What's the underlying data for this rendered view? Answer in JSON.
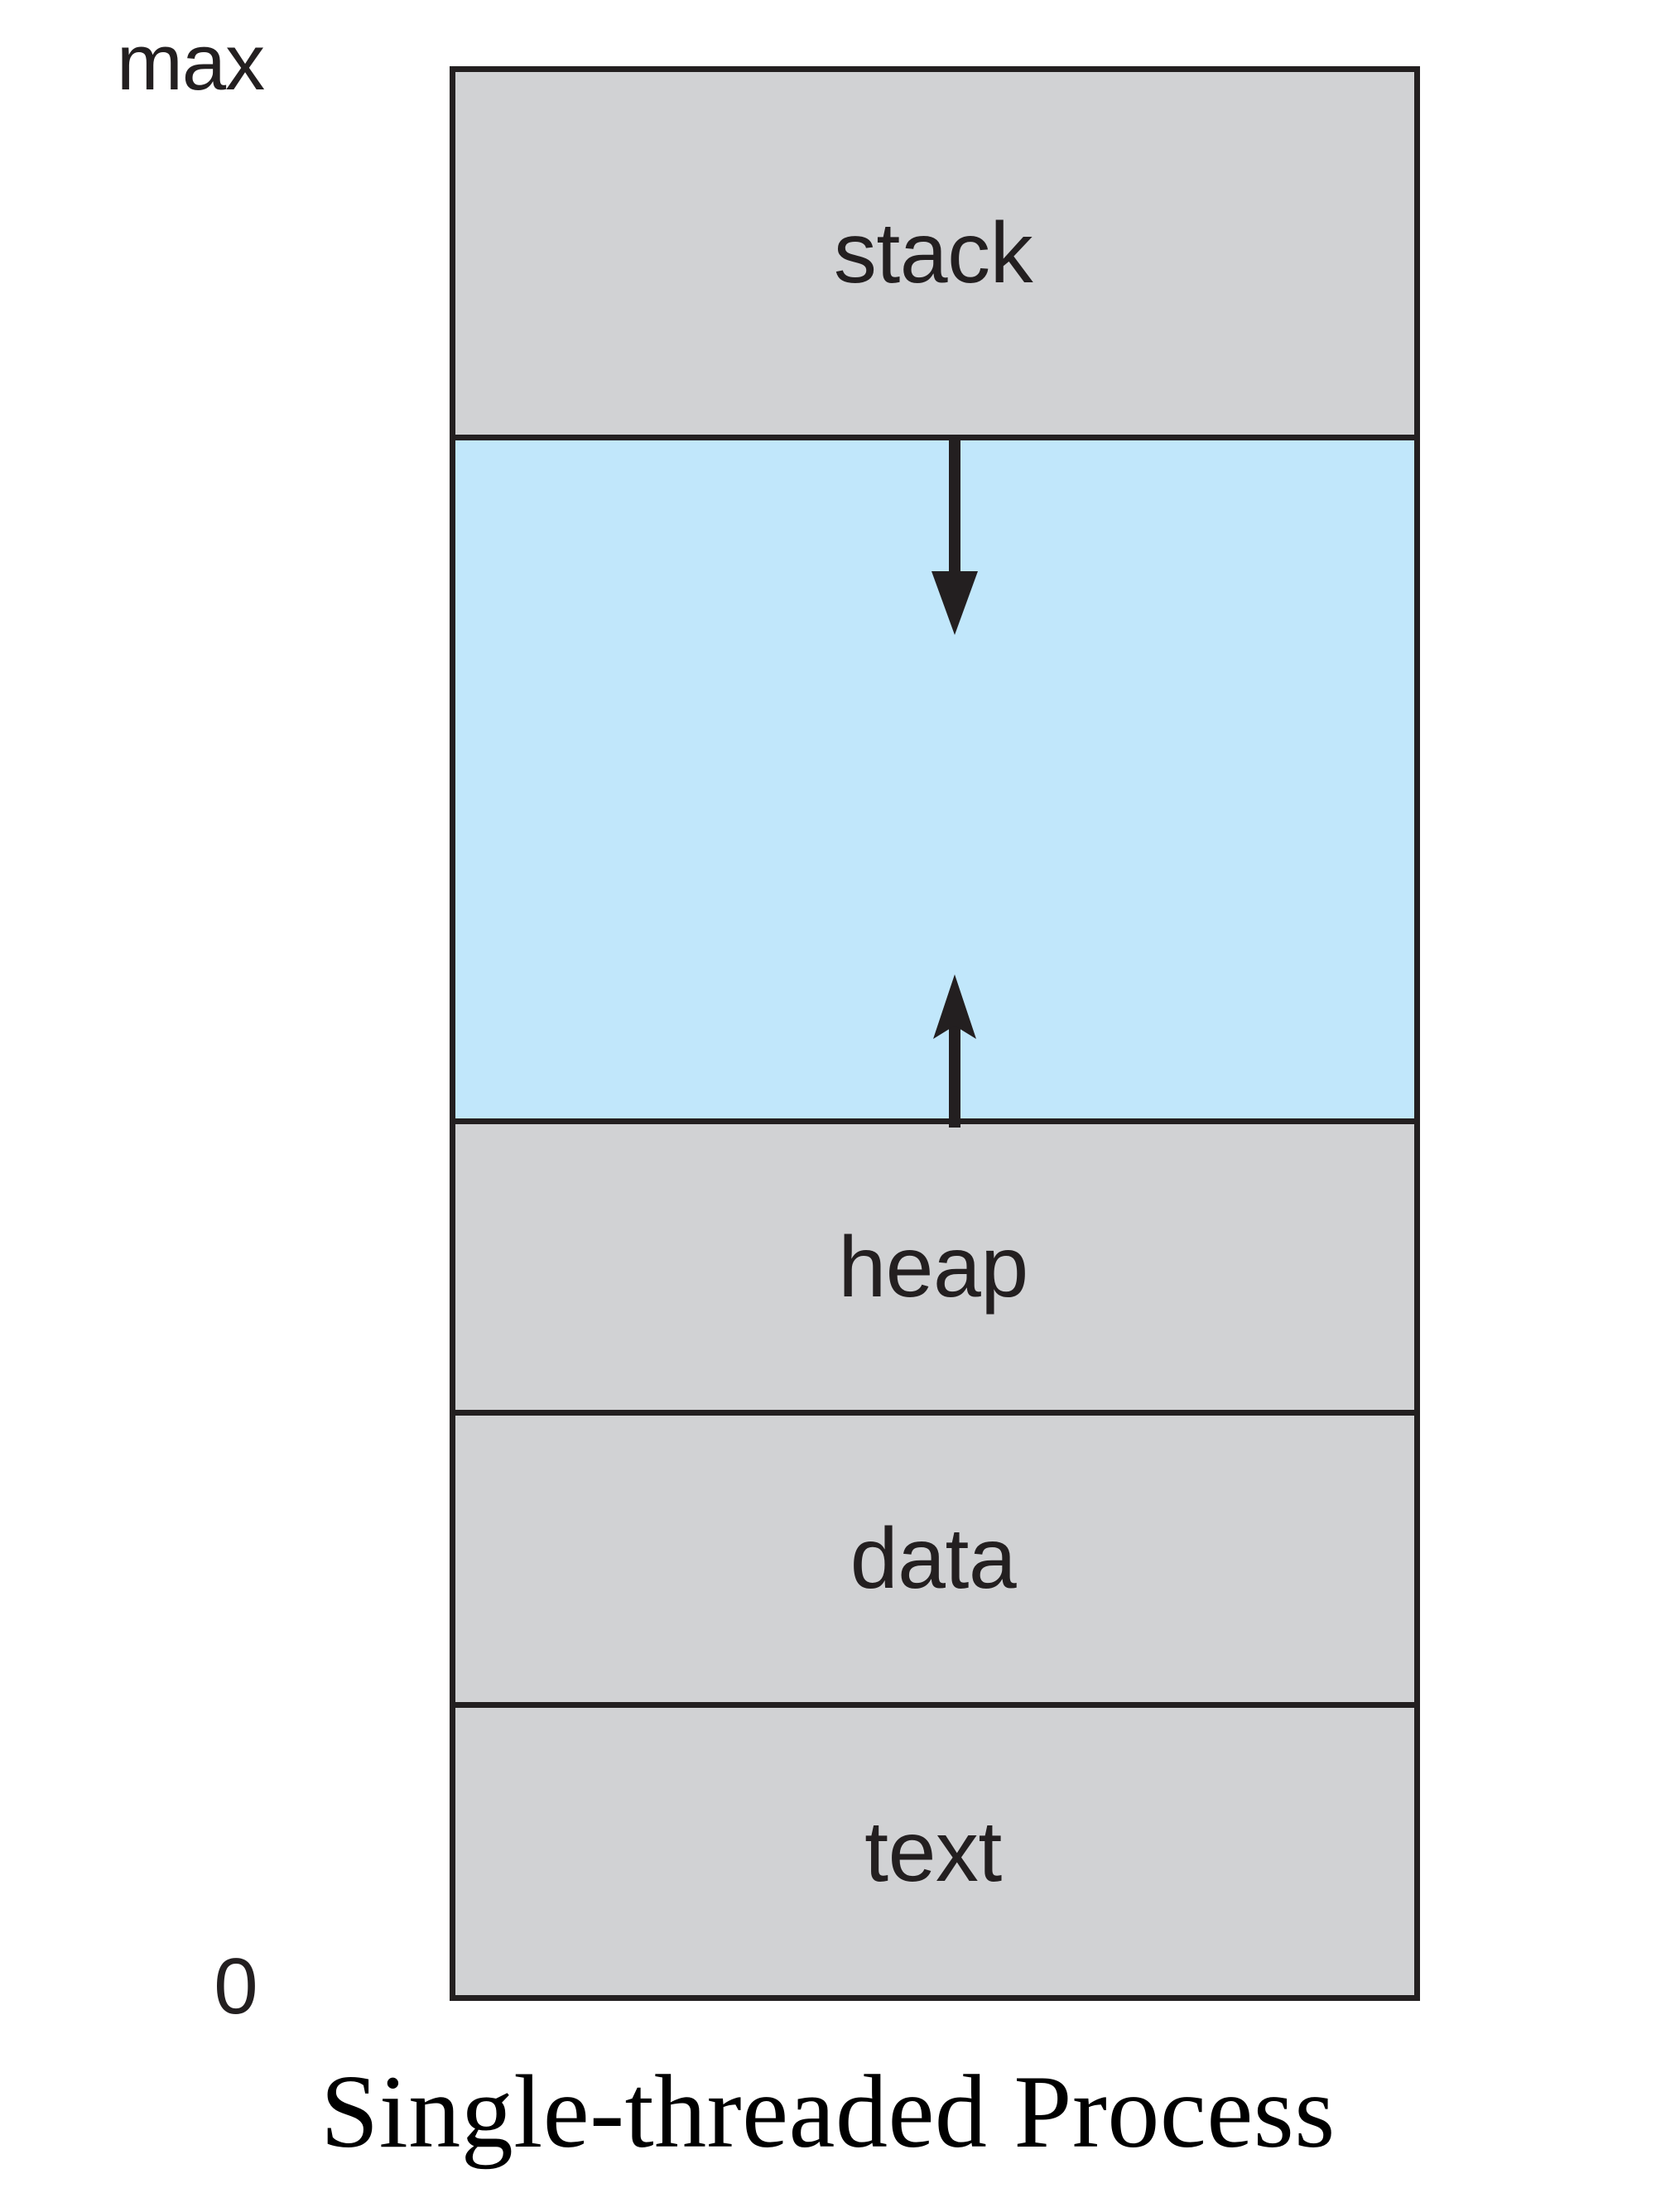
{
  "diagram": {
    "title": "Single-threaded Process",
    "type": "process-memory-layout",
    "axis": {
      "top_label": "max",
      "bottom_label": "0"
    },
    "segments": [
      {
        "id": "stack",
        "label": "stack",
        "fill": "#D1D2D4"
      },
      {
        "id": "free",
        "label": "",
        "fill": "#C1E7FB"
      },
      {
        "id": "heap",
        "label": "heap",
        "fill": "#D1D2D4"
      },
      {
        "id": "data",
        "label": "data",
        "fill": "#D1D2D4"
      },
      {
        "id": "text",
        "label": "text",
        "fill": "#D1D2D4"
      }
    ],
    "arrows": [
      {
        "id": "stack-growth",
        "direction": "down",
        "icon": "arrow-down-icon"
      },
      {
        "id": "heap-growth",
        "direction": "up",
        "icon": "arrow-up-icon"
      }
    ],
    "colors": {
      "segment_gray": "#D1D2D4",
      "free_blue": "#C1E7FB",
      "stroke": "#231F20",
      "background": "#FFFFFF"
    }
  }
}
